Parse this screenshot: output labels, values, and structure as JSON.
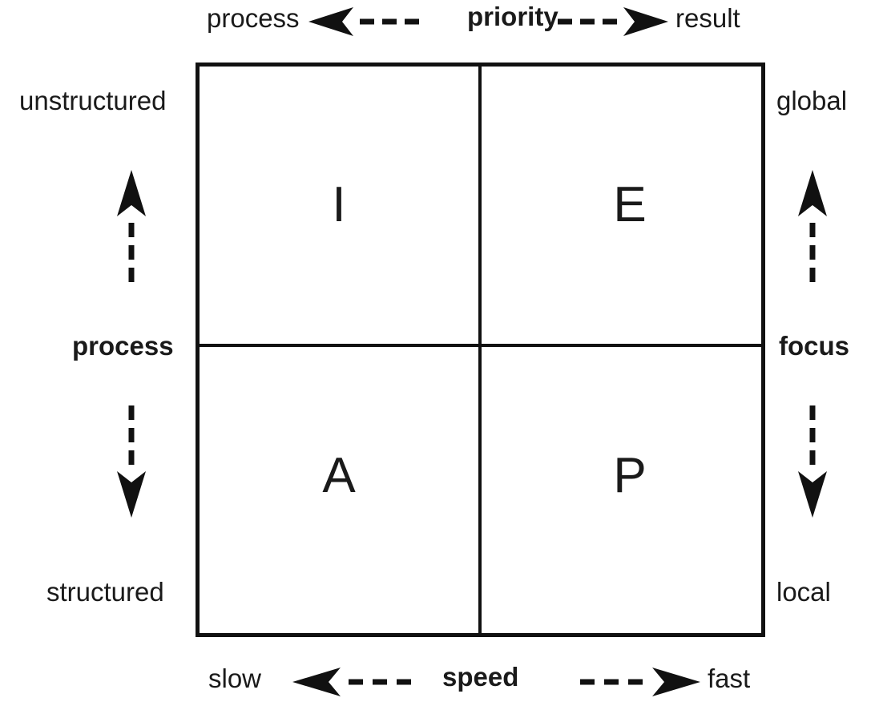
{
  "diagram": {
    "title": "PAEI management style quadrant matrix",
    "background_color": "#ffffff",
    "ink_color": "#111111"
  },
  "matrix": {
    "quadrants": [
      {
        "code": "I",
        "position": "top-left",
        "vertical": "unstructured",
        "horizontal": "process"
      },
      {
        "code": "E",
        "position": "top-right",
        "vertical": "unstructured",
        "horizontal": "result"
      },
      {
        "code": "A",
        "position": "bottom-left",
        "vertical": "structured",
        "horizontal": "process"
      },
      {
        "code": "P",
        "position": "bottom-right",
        "vertical": "structured",
        "horizontal": "result"
      }
    ]
  },
  "axes": {
    "top": {
      "name": "priority",
      "left_label": "process",
      "right_label": "result",
      "left_arrow_icon": "arrow-left-dashed-icon",
      "right_arrow_icon": "arrow-right-dashed-icon"
    },
    "bottom": {
      "name": "speed",
      "left_label": "slow",
      "right_label": "fast",
      "left_arrow_icon": "arrow-left-dashed-icon",
      "right_arrow_icon": "arrow-right-dashed-icon"
    },
    "left": {
      "name": "process",
      "top_label": "unstructured",
      "bottom_label": "structured",
      "up_arrow_icon": "arrow-up-dashed-icon",
      "down_arrow_icon": "arrow-down-dashed-icon"
    },
    "right": {
      "name": "focus",
      "top_label": "global",
      "bottom_label": "local",
      "up_arrow_icon": "arrow-up-dashed-icon",
      "down_arrow_icon": "arrow-down-dashed-icon"
    }
  }
}
